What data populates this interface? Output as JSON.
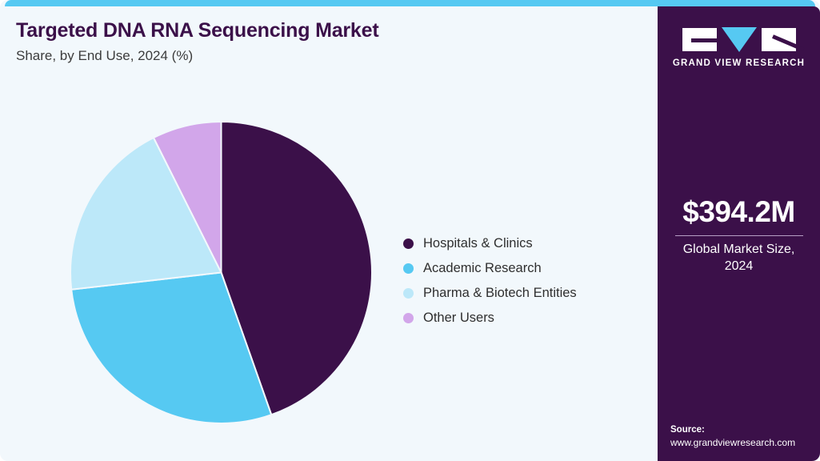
{
  "header": {
    "title": "Targeted DNA RNA Sequencing Market",
    "subtitle": "Share, by End Use, 2024 (%)"
  },
  "brand": {
    "logo_letters": [
      "G",
      "V",
      "R"
    ],
    "wordmark": "GRAND VIEW RESEARCH",
    "accent_color": "#56C9F2",
    "panel_color": "#3B1049"
  },
  "stat": {
    "value": "$394.2M",
    "caption": "Global Market Size, 2024"
  },
  "source": {
    "label": "Source:",
    "url": "www.grandviewresearch.com"
  },
  "chart_data": {
    "type": "pie",
    "title": "Targeted DNA RNA Sequencing Market",
    "subtitle": "Share, by End Use, 2024 (%)",
    "xlabel": "",
    "ylabel": "",
    "legend_position": "right",
    "grid": false,
    "start_angle_deg": 0,
    "direction": "clockwise",
    "categories": [
      "Hospitals & Clinics",
      "Academic Research",
      "Pharma & Biotech Entities",
      "Other Users"
    ],
    "values": [
      44.6,
      28.6,
      19.4,
      7.4
    ],
    "colors": [
      "#3B1049",
      "#56C9F2",
      "#BCE8F9",
      "#D2A6EA"
    ],
    "slices": [
      {
        "label": "Hospitals & Clinics",
        "value": 44.6,
        "color": "#3B1049"
      },
      {
        "label": "Academic Research",
        "value": 28.6,
        "color": "#56C9F2"
      },
      {
        "label": "Pharma & Biotech Entities",
        "value": 19.4,
        "color": "#BCE8F9"
      },
      {
        "label": "Other Users",
        "value": 7.4,
        "color": "#D2A6EA"
      }
    ]
  }
}
